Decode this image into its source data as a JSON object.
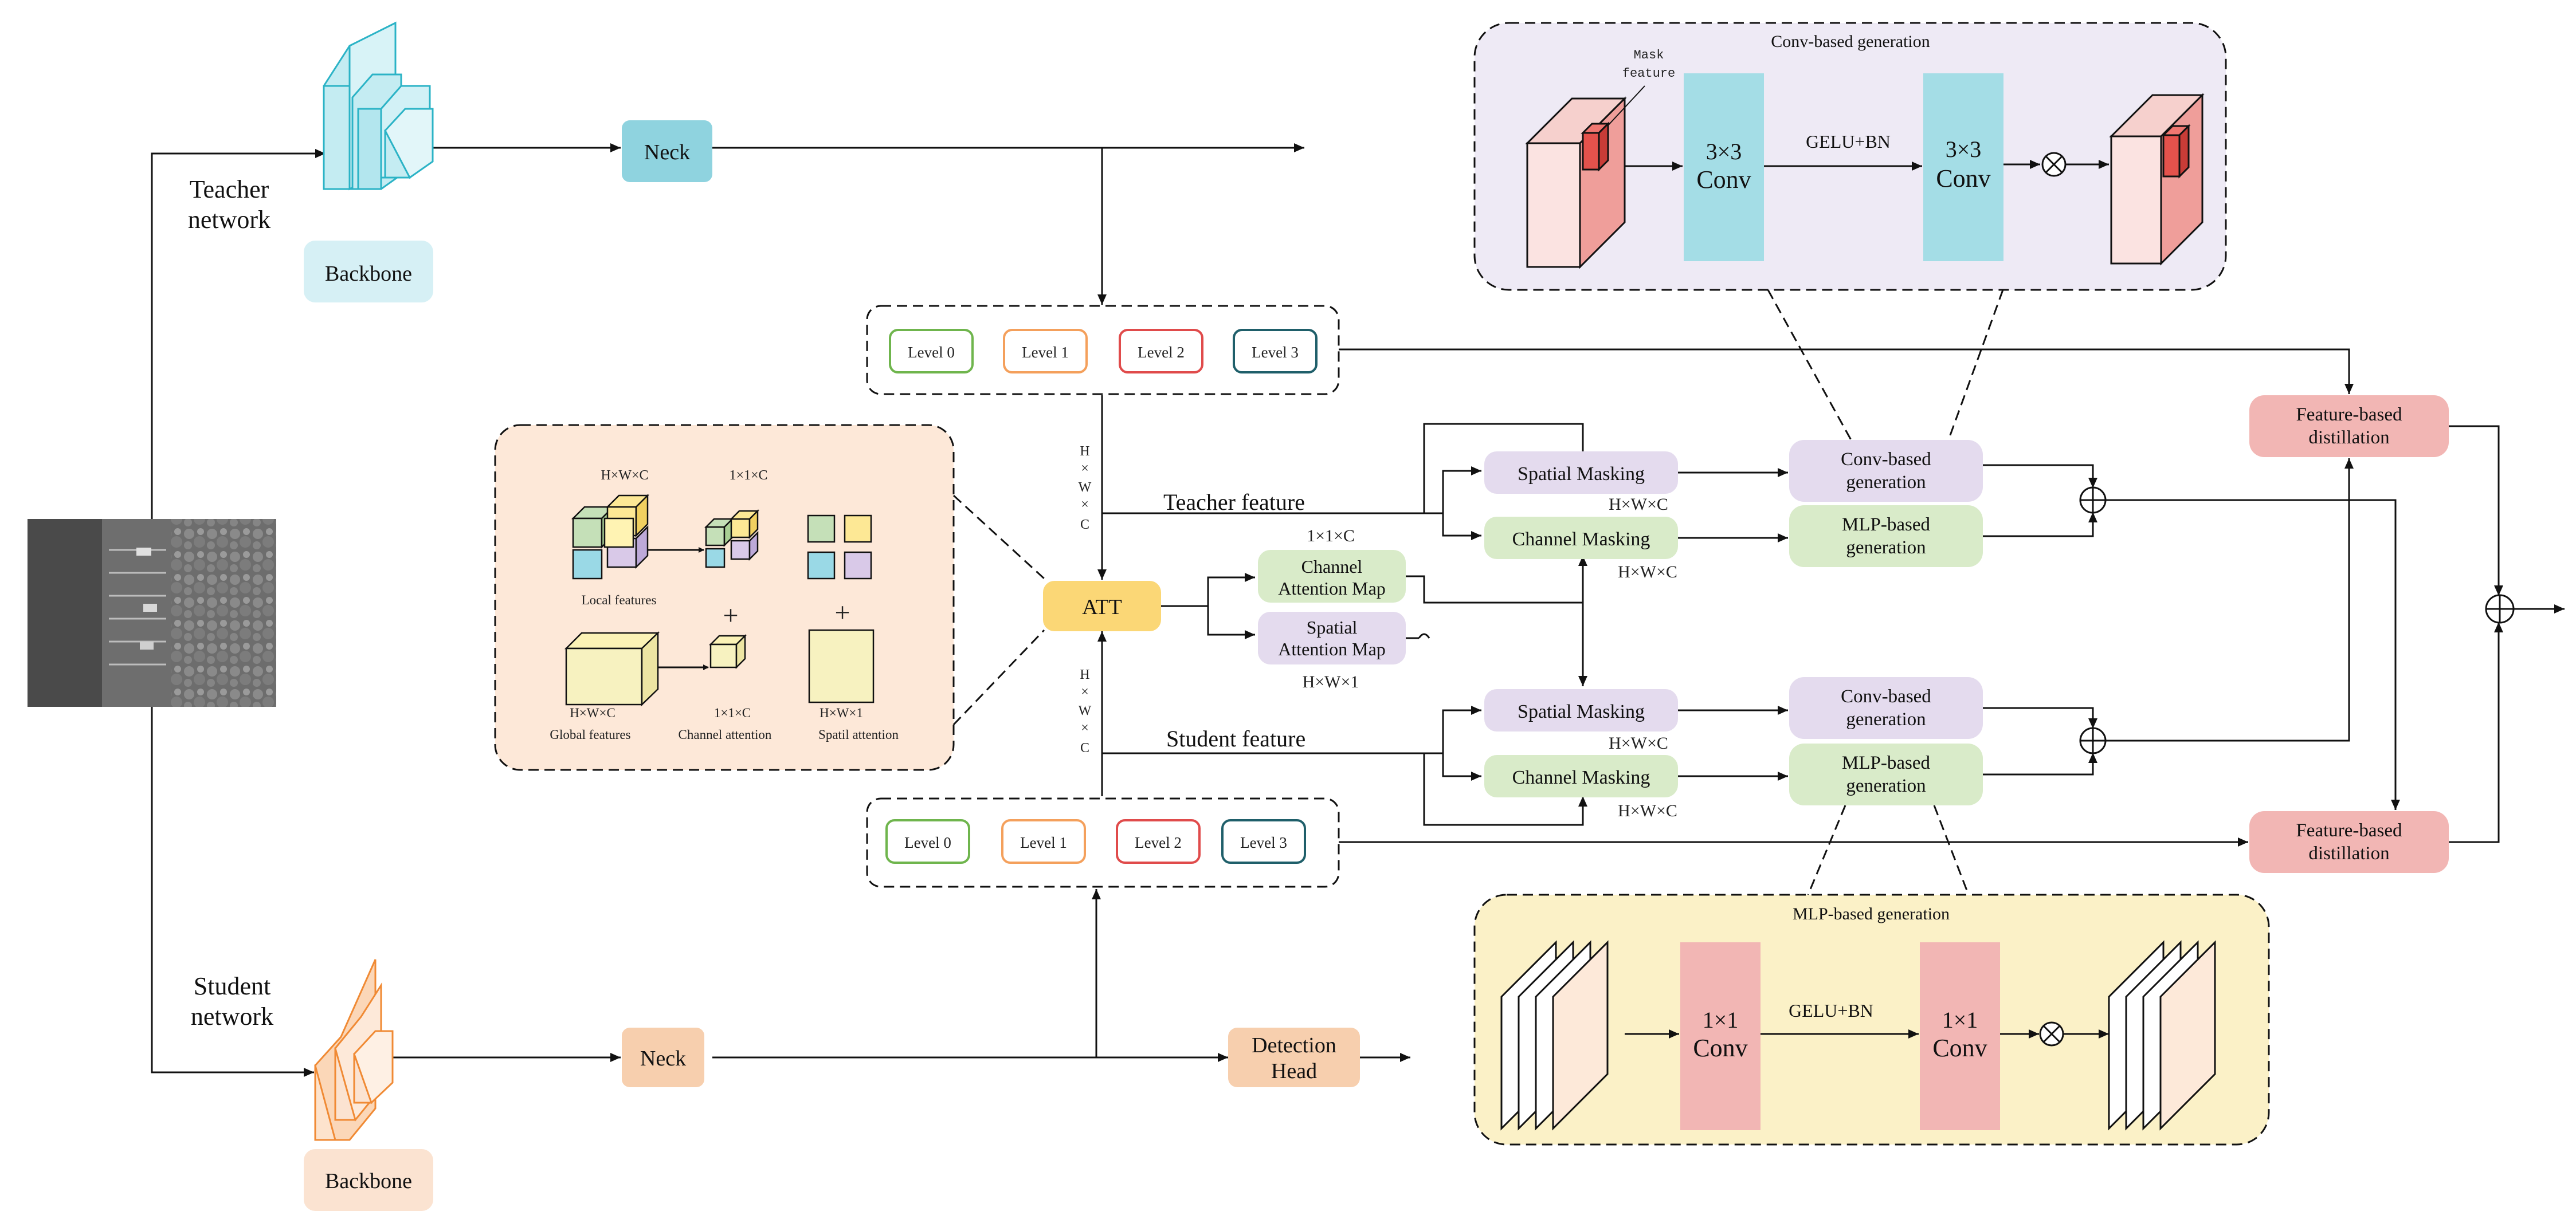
{
  "colors": {
    "teacher_cyan": "#a4dde6",
    "teacher_cyan_light": "#d6f0f5",
    "student_orange": "#f08a34",
    "student_orange_light": "#fbe3d1",
    "neck_cyan": "#8fd3df",
    "neck_orange": "#f7cfae",
    "att_yellow": "#fbd776",
    "lavender": "#e4dbee",
    "mint": "#d9ebc9",
    "pink": "#f2b6b4",
    "conv_panel": "#eeeaf5",
    "mlp_panel": "#fbf1c7",
    "att_panel": "#fde8d8",
    "level0": "#6fb54d",
    "level1": "#f4a05c",
    "level2": "#e04b4b",
    "level3": "#1f5f6a"
  },
  "teacher": {
    "label_line1": "Teacher",
    "label_line2": "network",
    "backbone": "Backbone",
    "neck": "Neck"
  },
  "student": {
    "label_line1": "Student",
    "label_line2": "network",
    "backbone": "Backbone",
    "neck": "Neck",
    "detection_line1": "Detection",
    "detection_line2": "Head"
  },
  "levels_top": [
    "Level 0",
    "Level 1",
    "Level 2",
    "Level 3"
  ],
  "levels_bottom": [
    "Level 0",
    "Level 1",
    "Level 2",
    "Level 3"
  ],
  "hwc_vertical": [
    "H",
    "×",
    "W",
    "×",
    "C"
  ],
  "att": {
    "label": "ATT",
    "channel_map_line1": "Channel",
    "channel_map_line2": "Attention Map",
    "spatial_map_line1": "Spatial",
    "spatial_map_line2": "Attention Map",
    "dim_channel": "1×1×C",
    "dim_spatial": "H×W×1"
  },
  "att_panel": {
    "hwc_top": "H×W×C",
    "c_top": "1×1×C",
    "local_features": "Local features",
    "plus": "+",
    "hwc_bottom": "H×W×C",
    "c_bottom": "1×1×C",
    "hw1_bottom": "H×W×1",
    "global_features": "Global features",
    "channel_attention": "Channel attention",
    "spatial_attention": "Spatil attention"
  },
  "features": {
    "teacher": "Teacher feature",
    "student": "Student feature"
  },
  "masking": {
    "spatial": "Spatial Masking",
    "channel": "Channel Masking",
    "dim": "H×W×C"
  },
  "generation": {
    "conv_line1": "Conv-based",
    "conv_line2": "generation",
    "mlp_line1": "MLP-based",
    "mlp_line2": "generation"
  },
  "distillation": {
    "line1": "Feature-based",
    "line2": "distillation"
  },
  "conv_panel": {
    "title": "Conv-based generation",
    "mask_line1": "Mask",
    "mask_line2": "feature",
    "conv_size": "3×3",
    "conv_word": "Conv",
    "activation": "GELU+BN",
    "times": "⊗"
  },
  "mlp_panel": {
    "title": "MLP-based generation",
    "conv_size": "1×1",
    "conv_word": "Conv",
    "activation": "GELU+BN",
    "times": "⊗"
  },
  "icons": [
    "aerial-photo",
    "cube-stack",
    "plus-circle",
    "times-circle",
    "arrow"
  ]
}
